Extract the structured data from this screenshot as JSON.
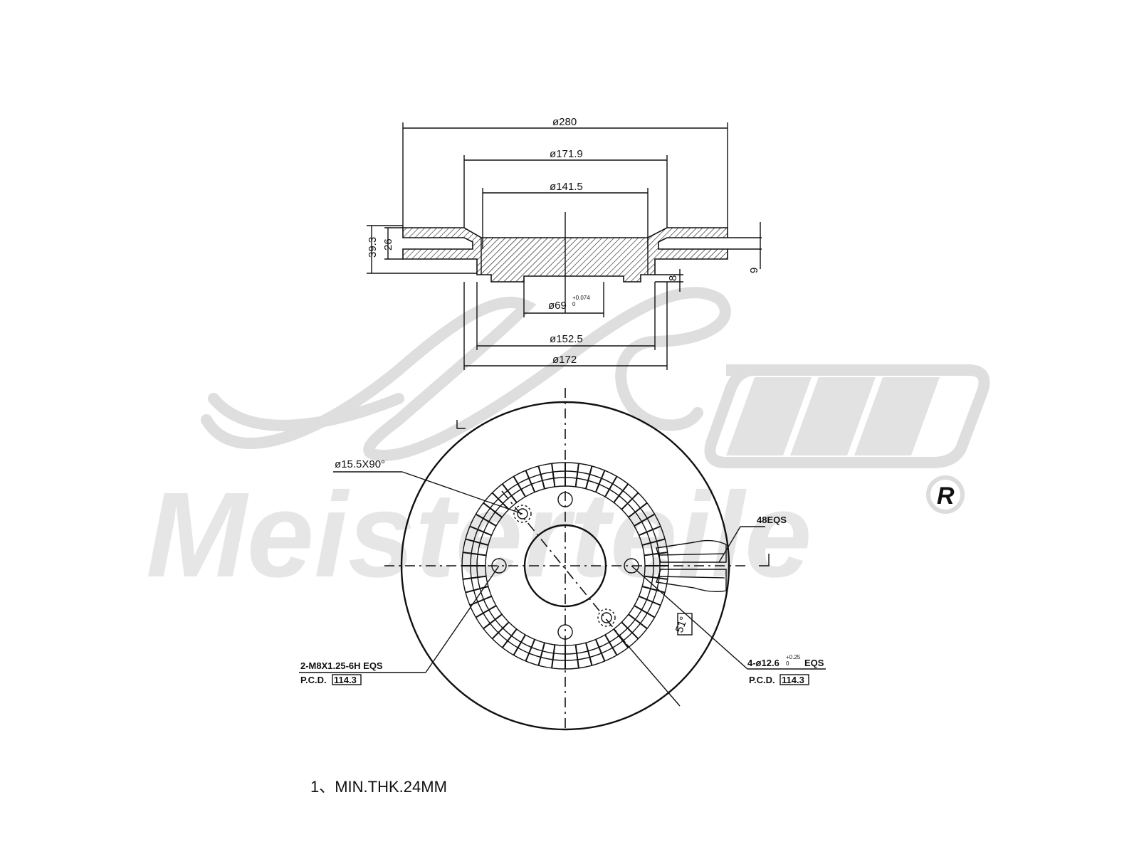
{
  "watermark": {
    "brand_text": "Meisterteile",
    "registered_mark": "R"
  },
  "section_view": {
    "dim_outer_diameter": "ø280",
    "dim_hat_outer": "ø171.9",
    "dim_hat_inner": "ø141.5",
    "dim_center_bore": "ø69",
    "dim_center_bore_tol": "+0.074",
    "dim_center_bore_tol_low": "0",
    "dim_hub_inner": "ø152.5",
    "dim_hub_outer": "ø172",
    "dim_total_height": "39.3",
    "dim_disc_thickness": "26",
    "dim_hub_flange": "8",
    "dim_friction_plate": "9"
  },
  "front_view": {
    "chamfer_label": "ø15.5X90°",
    "vanes_label": "48EQS",
    "angle_label": "51°",
    "thread_label": "2-M8X1.25-6H EQS",
    "pcd_left_prefix": "P.C.D.",
    "pcd_left_value": "114.3",
    "holes_label_prefix": "4-ø12.6",
    "holes_tol": "+0.25",
    "holes_tol_low": "0",
    "holes_label_suffix": "EQS",
    "pcd_right_prefix": "P.C.D.",
    "pcd_right_value": "114.3"
  },
  "notes": {
    "min_thickness": "1、MIN.THK.24MM"
  }
}
